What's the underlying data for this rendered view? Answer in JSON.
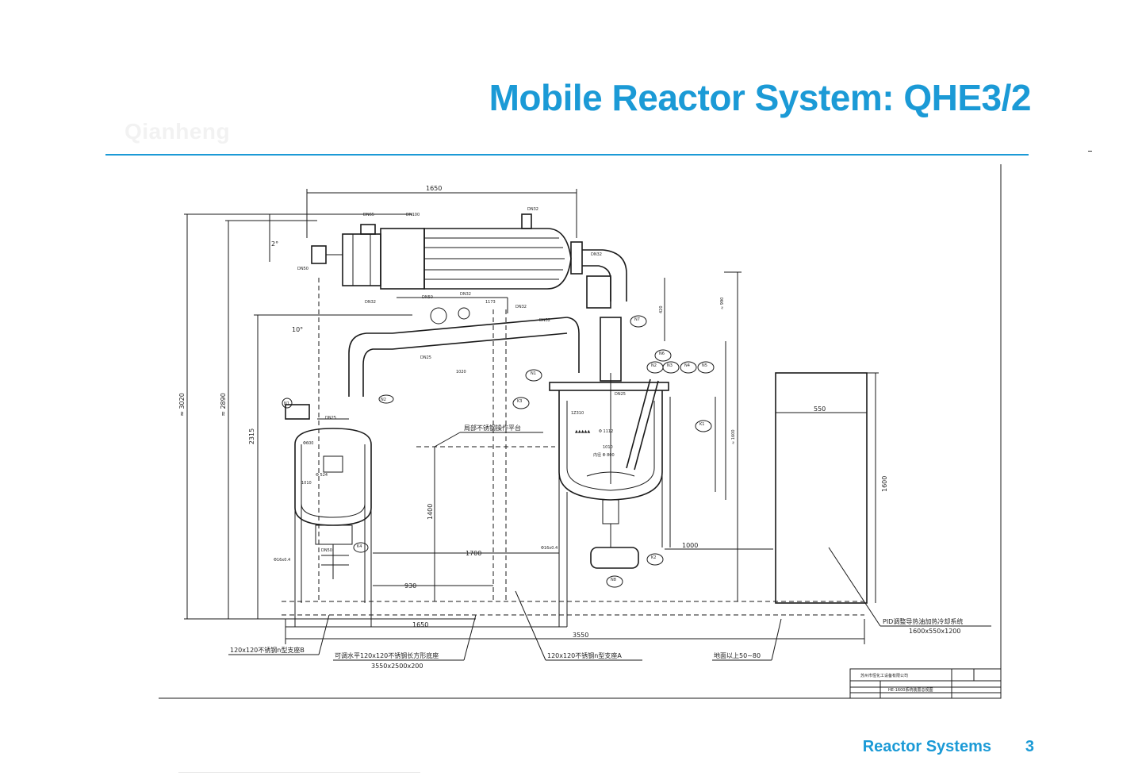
{
  "slide": {
    "title": "Mobile Reactor System: QHE3/2",
    "watermark_text": "Qianheng",
    "footer_label": "Reactor Systems",
    "page_number": "3"
  },
  "colors": {
    "accent": "#1b9ad6",
    "drawing_ink": "#1a1a1a",
    "background": "#ffffff"
  },
  "drawing": {
    "dimensions": {
      "top_width": "1650",
      "height_total": "≈ 3020",
      "height_condenser": "≈ 2890",
      "height_platform": "2315",
      "angle": "10°",
      "leg_height": "1600",
      "span_1700": "1700",
      "span_930": "930",
      "bottom_1650": "1650",
      "bottom_3550": "3550",
      "skid_width": "550",
      "skid_height": "1600",
      "span_1000": "1000",
      "span_1400": "1400"
    },
    "nozzles": [
      "N1",
      "N2",
      "N3",
      "N4",
      "N5",
      "N6",
      "N7",
      "N8",
      "K1",
      "K2",
      "K3",
      "K4"
    ],
    "callouts": {
      "platform": "局部不锈钢操作平台",
      "stand_b": "120x120不锈钢n型支座B",
      "base_frame": "可调水平120x120不锈钢长方形底座",
      "base_frame_size": "3550x2500x200",
      "stand_a": "120x120不锈钢n型支座A",
      "ground_clearance": "地面以上50~80",
      "pid_unit": "PID调整导热油加热冷却系统",
      "pid_unit_size": "1600x550x1200"
    },
    "title_block": {
      "company": "苏州市恒化工设备有限公司",
      "drawing_name": "HE-1600系统装置总视图"
    }
  }
}
